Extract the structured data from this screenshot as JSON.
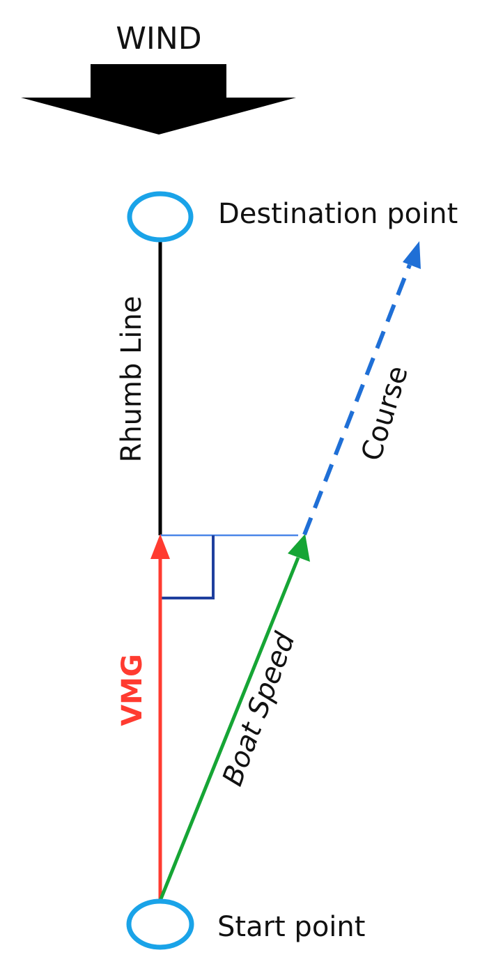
{
  "labels": {
    "wind": "WIND",
    "destination": "Destination point",
    "start": "Start point",
    "rhumb_line": "Rhumb Line",
    "course": "Course",
    "vmg": "VMG",
    "boat_speed": "Boat Speed"
  },
  "colors": {
    "wind_arrow": "#000000",
    "point_marker": "#1aa3e8",
    "rhumb_line": "#000000",
    "vmg": "#ff3b30",
    "boat_speed": "#16a535",
    "course": "#1f6fd6",
    "projection_line": "#4a86e8",
    "right_angle": "#1f3f9e",
    "text": "#111111"
  }
}
